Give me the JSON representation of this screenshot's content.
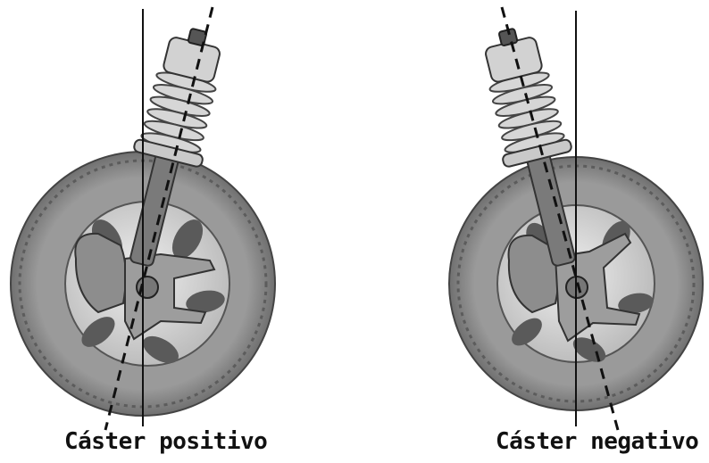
{
  "captions": {
    "positive": "Cáster positivo",
    "negative": "Cáster negativo"
  },
  "colors": {
    "tire": "#8f8f8f",
    "tire_dark": "#6f6f6f",
    "rim": "#d9d9d9",
    "rim_hole": "#5a5a5a",
    "spring": "#cfcfcf",
    "strut": "#7a7a7a",
    "knuckle": "#9a9a9a",
    "line": "#111111"
  },
  "diagrams": [
    {
      "name": "positive-caster",
      "tilt": "top-forward"
    },
    {
      "name": "negative-caster",
      "tilt": "top-backward"
    }
  ]
}
